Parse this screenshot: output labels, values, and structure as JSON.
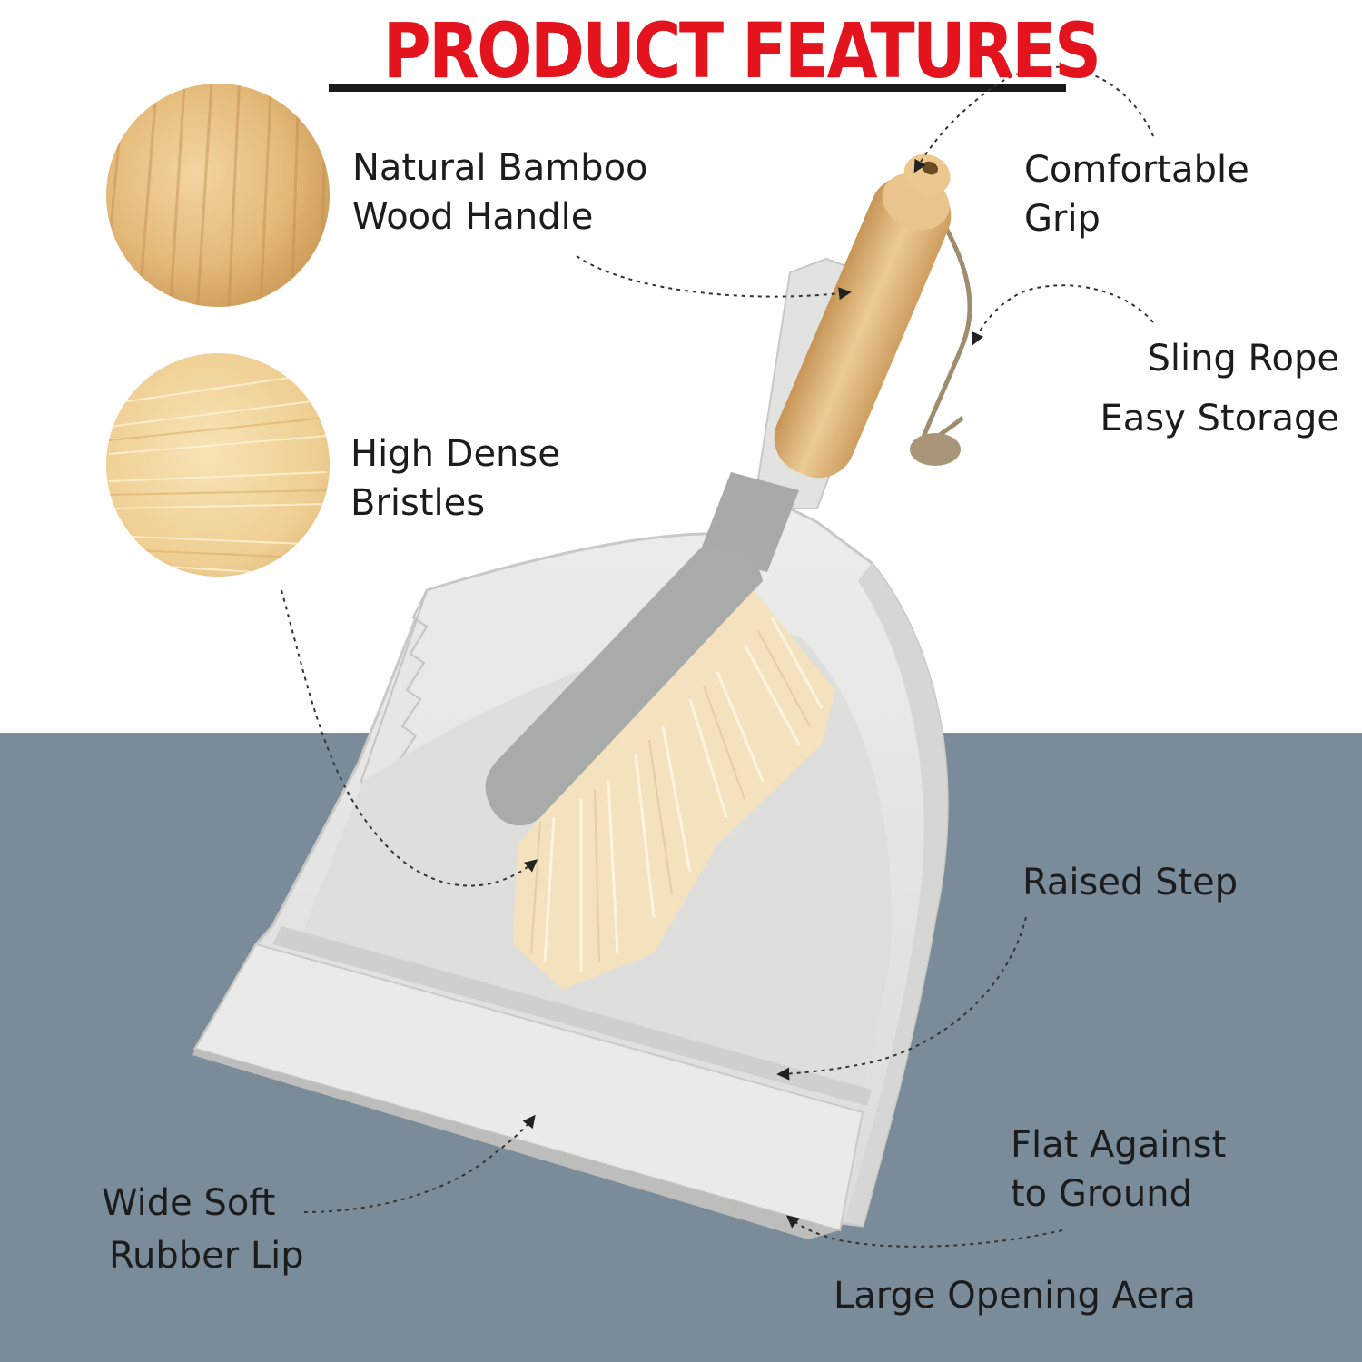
{
  "title": "PRODUCT FEATURES",
  "colors": {
    "title_red": "#e3141d",
    "floor_blue": "#7a8c9a",
    "dustpan_gray": "#e4e4e2",
    "brush_gray": "#a9abab",
    "bamboo": "#dfb67a",
    "bristle_cream": "#f3e2bd"
  },
  "features": {
    "handle": {
      "line1": "Natural Bamboo",
      "line2": "Wood Handle"
    },
    "bristles": {
      "line1": "High Dense",
      "line2": "Bristles"
    },
    "grip": {
      "line1": "Comfortable",
      "line2": "Grip"
    },
    "rope": {
      "line1": "Sling Rope",
      "line2": "Easy Storage"
    },
    "step": {
      "line1": "Raised Step"
    },
    "flat": {
      "line1": "Flat Against",
      "line2": "to Ground"
    },
    "lip": {
      "line1": "Wide Soft",
      "line2": "Rubber Lip"
    },
    "opening": {
      "line1": "Large Opening Aera"
    }
  }
}
